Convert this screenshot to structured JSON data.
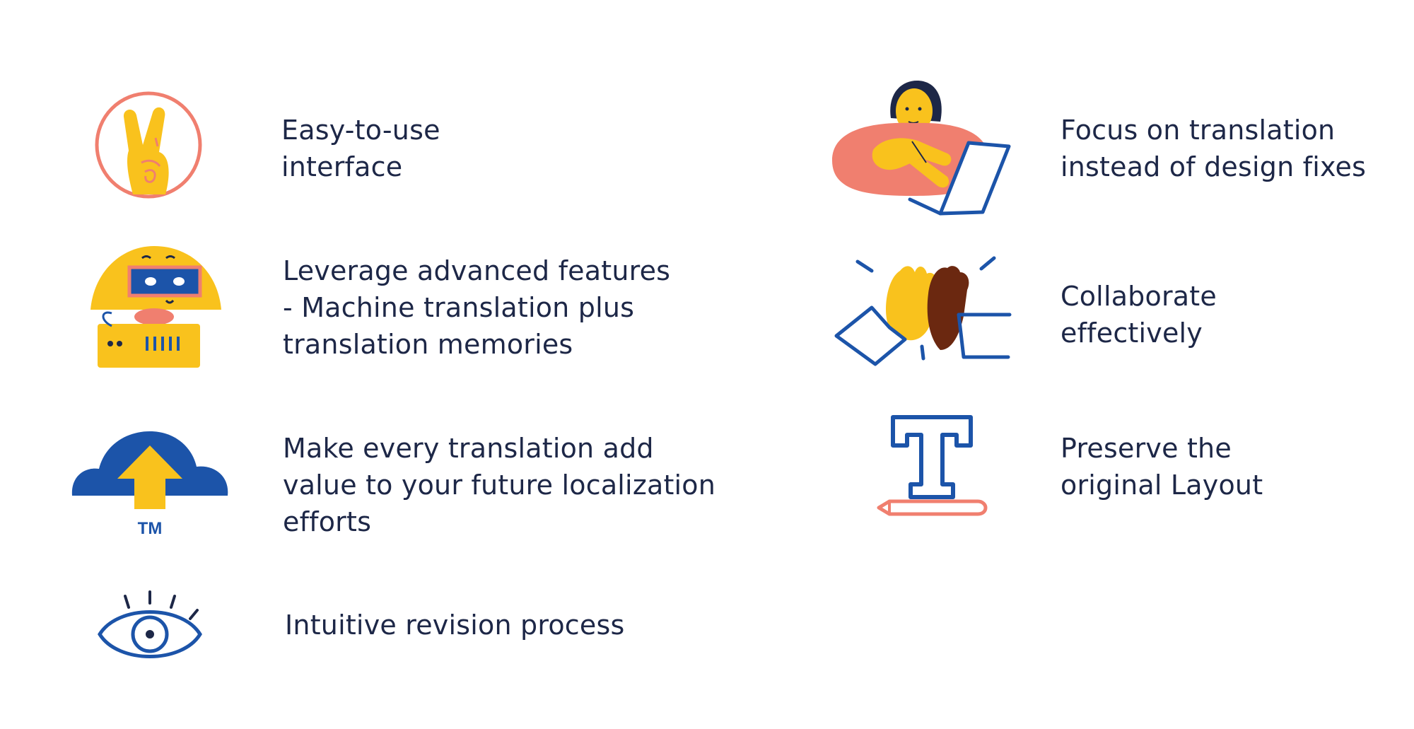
{
  "colors": {
    "text": "#1d2747",
    "yellow": "#f9c21d",
    "blue": "#1c54a9",
    "coral": "#f07f6f",
    "brown": "#6b2810"
  },
  "features": [
    {
      "icon": "peace-hand-icon",
      "lines": [
        "Easy-to-use",
        "interface"
      ]
    },
    {
      "icon": "robot-icon",
      "lines": [
        "Leverage advanced features",
        "- Machine translation plus",
        "translation memories"
      ]
    },
    {
      "icon": "cloud-upload-tm-icon",
      "lines": [
        "Make every translation add",
        "value to your future localization",
        "efforts"
      ]
    },
    {
      "icon": "eye-icon",
      "lines": [
        "Intuitive revision process"
      ]
    },
    {
      "icon": "person-laptop-icon",
      "lines": [
        "Focus on translation",
        "instead of design fixes"
      ]
    },
    {
      "icon": "high-five-icon",
      "lines": [
        "Collaborate",
        "effectively"
      ]
    },
    {
      "icon": "text-pencil-icon",
      "lines": [
        "Preserve the",
        "original Layout"
      ]
    }
  ]
}
